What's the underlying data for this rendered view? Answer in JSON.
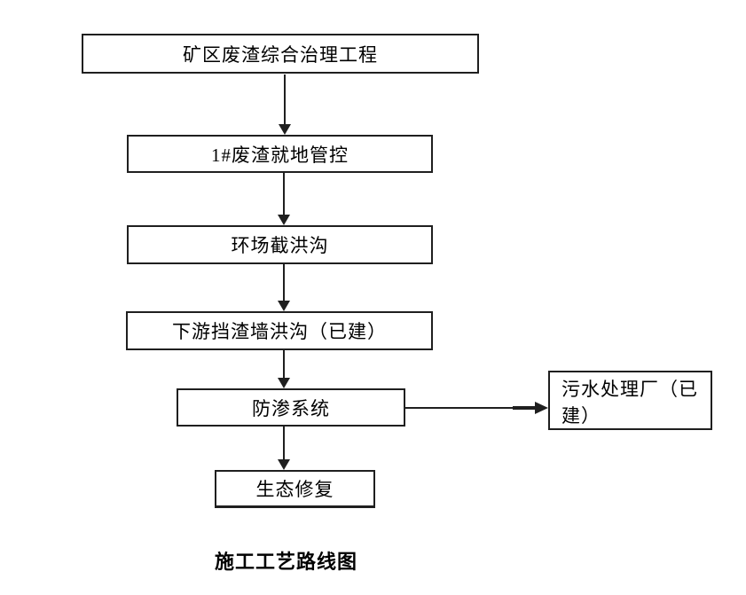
{
  "diagram": {
    "type": "flowchart",
    "title": "施工工艺路线图",
    "nodes": [
      {
        "id": "mine-waste-project",
        "label": "矿区废渣综合治理工程"
      },
      {
        "id": "waste-onsite-control",
        "label": "1#废渣就地管控"
      },
      {
        "id": "ring-flood-ditch",
        "label": "环场截洪沟"
      },
      {
        "id": "downstream-wall",
        "label": "下游挡渣墙洪沟（已建）"
      },
      {
        "id": "anti-seepage-system",
        "label": "防渗系统"
      },
      {
        "id": "sewage-plant",
        "label": "污水处理厂（已建）"
      },
      {
        "id": "eco-restoration",
        "label": "生态修复"
      }
    ],
    "edges": [
      {
        "from": "矿区废渣综合治理工程",
        "to": "1#废渣就地管控",
        "direction": "down"
      },
      {
        "from": "1#废渣就地管控",
        "to": "环场截洪沟",
        "direction": "down"
      },
      {
        "from": "环场截洪沟",
        "to": "下游挡渣墙洪沟（已建）",
        "direction": "down"
      },
      {
        "from": "下游挡渣墙洪沟（已建）",
        "to": "防渗系统",
        "direction": "down"
      },
      {
        "from": "防渗系统",
        "to": "污水处理厂（已建）",
        "direction": "right"
      },
      {
        "from": "防渗系统",
        "to": "生态修复",
        "direction": "down"
      }
    ],
    "colors": {
      "line": "#1f1f1f",
      "box_border": "#1f1f1f",
      "box_fill": "#ffffff",
      "text": "#000000",
      "background": "#ffffff"
    }
  }
}
